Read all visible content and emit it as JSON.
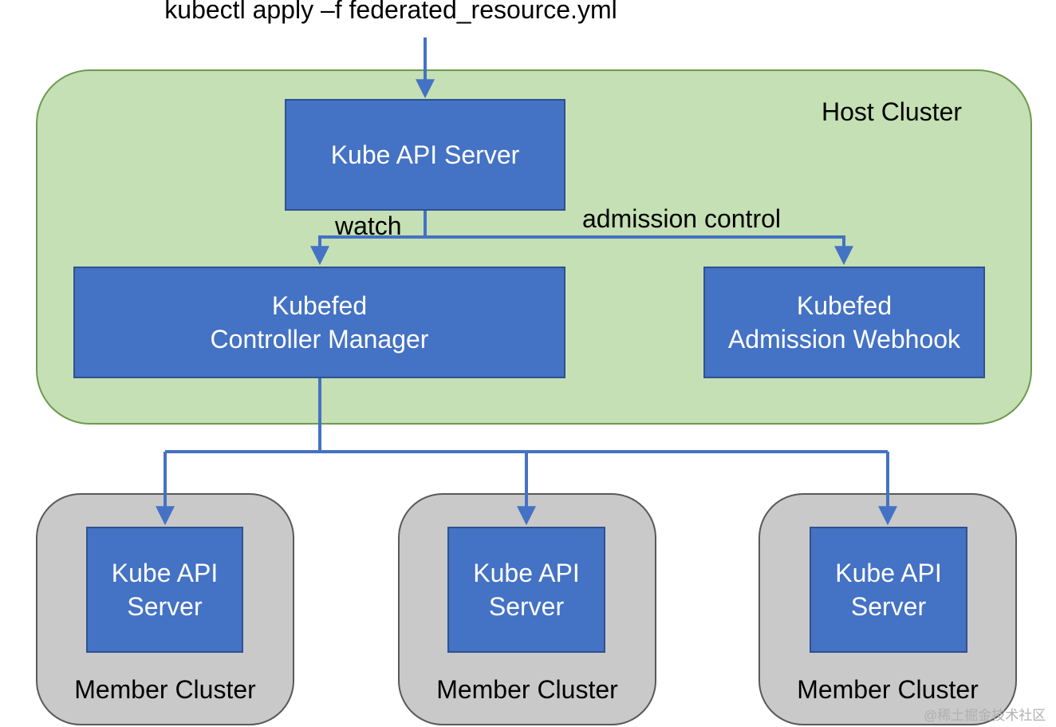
{
  "diagram": {
    "command": "kubectl apply –f federated_resource.yml",
    "host_cluster": {
      "label": "Host Cluster",
      "api_server": "Kube API Server",
      "controller_manager": {
        "line1": "Kubefed",
        "line2": "Controller Manager"
      },
      "admission_webhook": {
        "line1": "Kubefed",
        "line2": "Admission Webhook"
      }
    },
    "edges": {
      "watch": "watch",
      "admission_control": "admission control"
    },
    "member_clusters": [
      {
        "label": "Member Cluster",
        "server_line1": "Kube API",
        "server_line2": "Server"
      },
      {
        "label": "Member Cluster",
        "server_line1": "Kube API",
        "server_line2": "Server"
      },
      {
        "label": "Member Cluster",
        "server_line1": "Kube API",
        "server_line2": "Server"
      }
    ],
    "watermark": "@稀土掘金技术社区"
  },
  "colors": {
    "host_fill": "#c5e0b4",
    "host_border": "#6e9a4f",
    "box_fill": "#4472c4",
    "box_border": "#2f528f",
    "member_fill": "#c9c9c9",
    "connector": "#4472c4"
  }
}
